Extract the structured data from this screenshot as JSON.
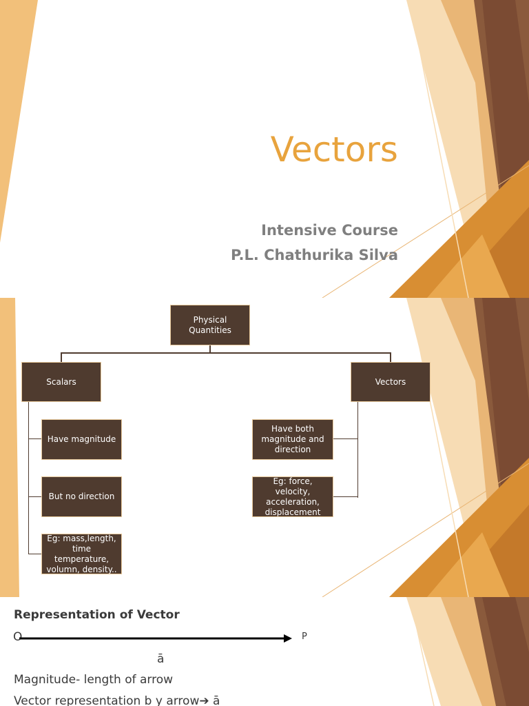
{
  "slide1": {
    "title": "Vectors",
    "subtitle_line1": "Intensive Course",
    "subtitle_line2": "P.L. Chathurika Silva"
  },
  "slide2": {
    "root": "Physical Quantities",
    "left": {
      "label": "Scalars",
      "items": [
        "Have magnitude",
        "But no direction",
        "Eg: mass,length, time temperature, volumn, density.."
      ]
    },
    "right": {
      "label": "Vectors",
      "items": [
        "Have both magnitude and direction",
        "Eg: force, velocity, acceleration, displacement"
      ]
    }
  },
  "slide3": {
    "heading": "Representation of Vector",
    "start_label": "O",
    "end_label": "P",
    "vector_symbol": "ā",
    "magnitude_text": "Magnitude- length of arrow",
    "representation_text": "Vector representation b y arrow➔ ā"
  },
  "colors": {
    "title_orange": "#e8a33d",
    "box_brown": "#4f3b2f",
    "subtitle_gray": "#7f7f7f",
    "deco_light": "#f2c07a",
    "deco_dark": "#8a5a3c"
  }
}
